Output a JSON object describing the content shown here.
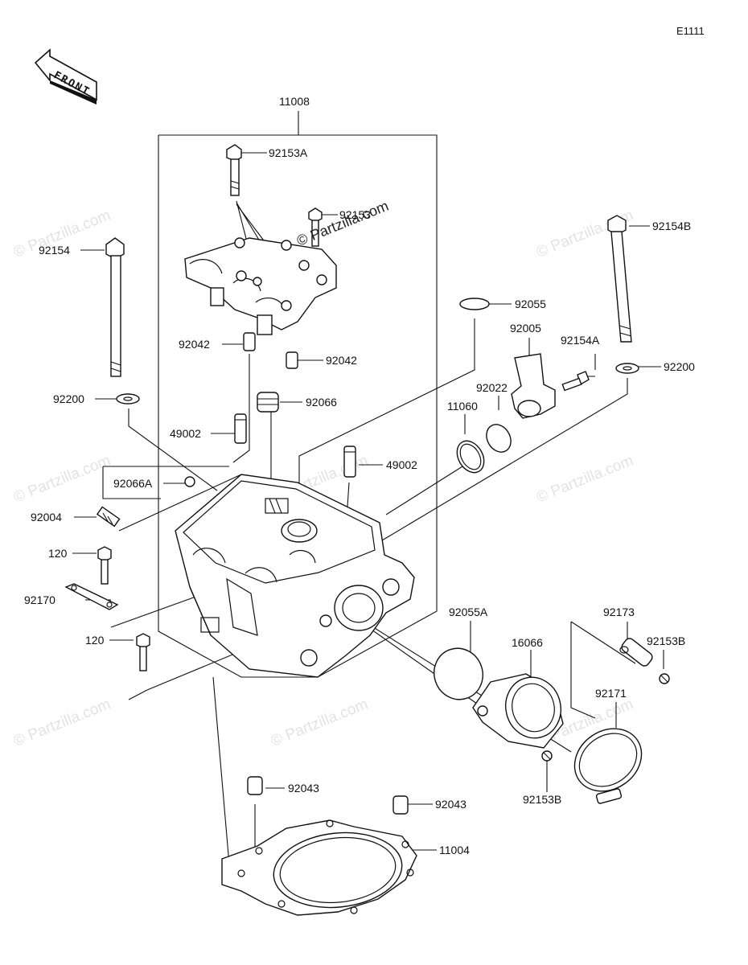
{
  "diagram": {
    "code": "E1111",
    "front_label": "FRONT",
    "watermark": "© Partzilla.com",
    "labels": [
      {
        "id": "l-11008",
        "text": "11008"
      },
      {
        "id": "l-92153A",
        "text": "92153A"
      },
      {
        "id": "l-92153",
        "text": "92153"
      },
      {
        "id": "l-92154",
        "text": "92154"
      },
      {
        "id": "l-92154B",
        "text": "92154B"
      },
      {
        "id": "l-92055",
        "text": "92055"
      },
      {
        "id": "l-92005",
        "text": "92005"
      },
      {
        "id": "l-92154A",
        "text": "92154A"
      },
      {
        "id": "l-92042a",
        "text": "92042"
      },
      {
        "id": "l-92042b",
        "text": "92042"
      },
      {
        "id": "l-92200a",
        "text": "92200"
      },
      {
        "id": "l-92200b",
        "text": "92200"
      },
      {
        "id": "l-92022",
        "text": "92022"
      },
      {
        "id": "l-92066",
        "text": "92066"
      },
      {
        "id": "l-11060",
        "text": "11060"
      },
      {
        "id": "l-49002a",
        "text": "49002"
      },
      {
        "id": "l-49002b",
        "text": "49002"
      },
      {
        "id": "l-92066A",
        "text": "92066A"
      },
      {
        "id": "l-92004",
        "text": "92004"
      },
      {
        "id": "l-120a",
        "text": "120"
      },
      {
        "id": "l-92170",
        "text": "92170"
      },
      {
        "id": "l-120b",
        "text": "120"
      },
      {
        "id": "l-92055A",
        "text": "92055A"
      },
      {
        "id": "l-92173",
        "text": "92173"
      },
      {
        "id": "l-16066",
        "text": "16066"
      },
      {
        "id": "l-92153B",
        "text": "92153B"
      },
      {
        "id": "l-92171",
        "text": "92171"
      },
      {
        "id": "l-92153Bb",
        "text": "92153B"
      },
      {
        "id": "l-92043a",
        "text": "92043"
      },
      {
        "id": "l-92043b",
        "text": "92043"
      },
      {
        "id": "l-11004",
        "text": "11004"
      }
    ]
  }
}
